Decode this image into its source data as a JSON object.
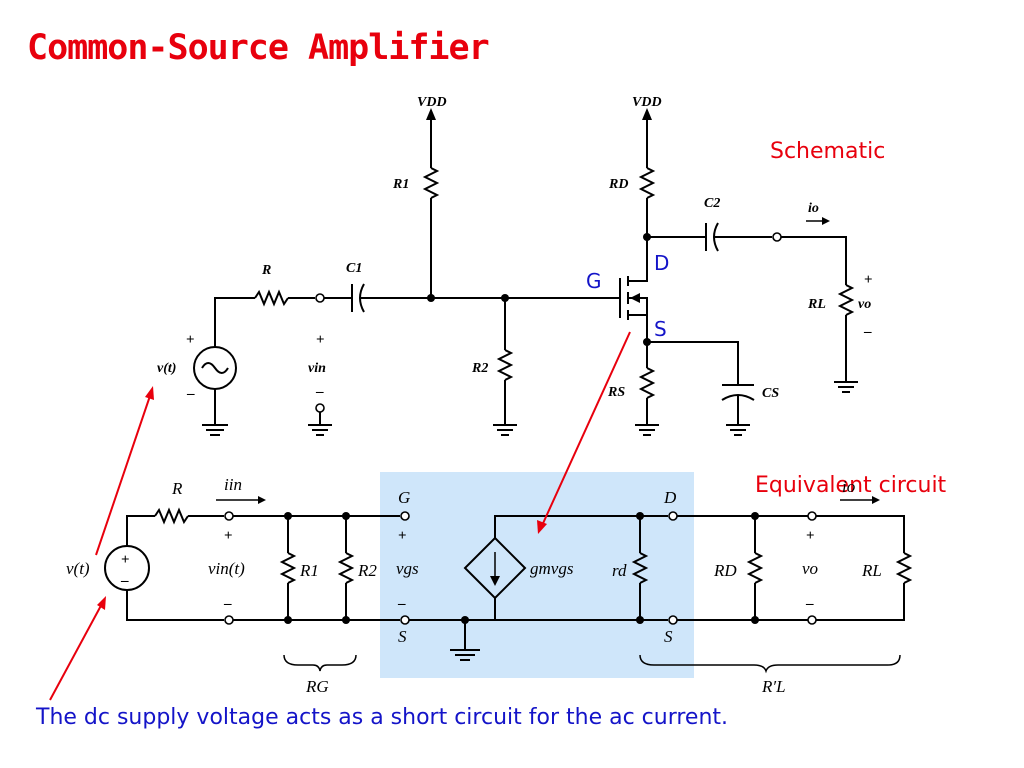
{
  "title": "Common-Source Amplifier",
  "caption": "The dc supply voltage acts as a short circuit for the ac current.",
  "annotations": {
    "schematic": "Schematic",
    "equivalent": "Equivalent circuit",
    "gate": "G",
    "drain": "D",
    "source": "S"
  },
  "schematic": {
    "vdd1": "VDD",
    "vdd2": "VDD",
    "r1": "R1",
    "r2": "R2",
    "r": "R",
    "c1": "C1",
    "rd": "RD",
    "rs": "RS",
    "c2": "C2",
    "cs": "CS",
    "rl": "RL",
    "vt": "v(t)",
    "vin": "vin",
    "io": "io",
    "vo": "vo",
    "plus": "+",
    "minus": "–"
  },
  "equivalent": {
    "r": "R",
    "iin": "iin",
    "vt": "v(t)",
    "vin": "vin(t)",
    "r1": "R1",
    "r2": "R2",
    "g": "G",
    "vgs": "vgs",
    "s_left": "S",
    "gm": "gmvgs",
    "d": "D",
    "rd_small": "rd",
    "rd": "RD",
    "vo": "vo",
    "rl": "RL",
    "s_right": "S",
    "rg": "RG",
    "rl_prime": "R′L",
    "io": "io",
    "plus": "+",
    "minus": "–"
  },
  "colors": {
    "title": "#e8000d",
    "annotation_red": "#e8000d",
    "annotation_blue": "#1414c8",
    "highlight": "#cfe6fa"
  }
}
